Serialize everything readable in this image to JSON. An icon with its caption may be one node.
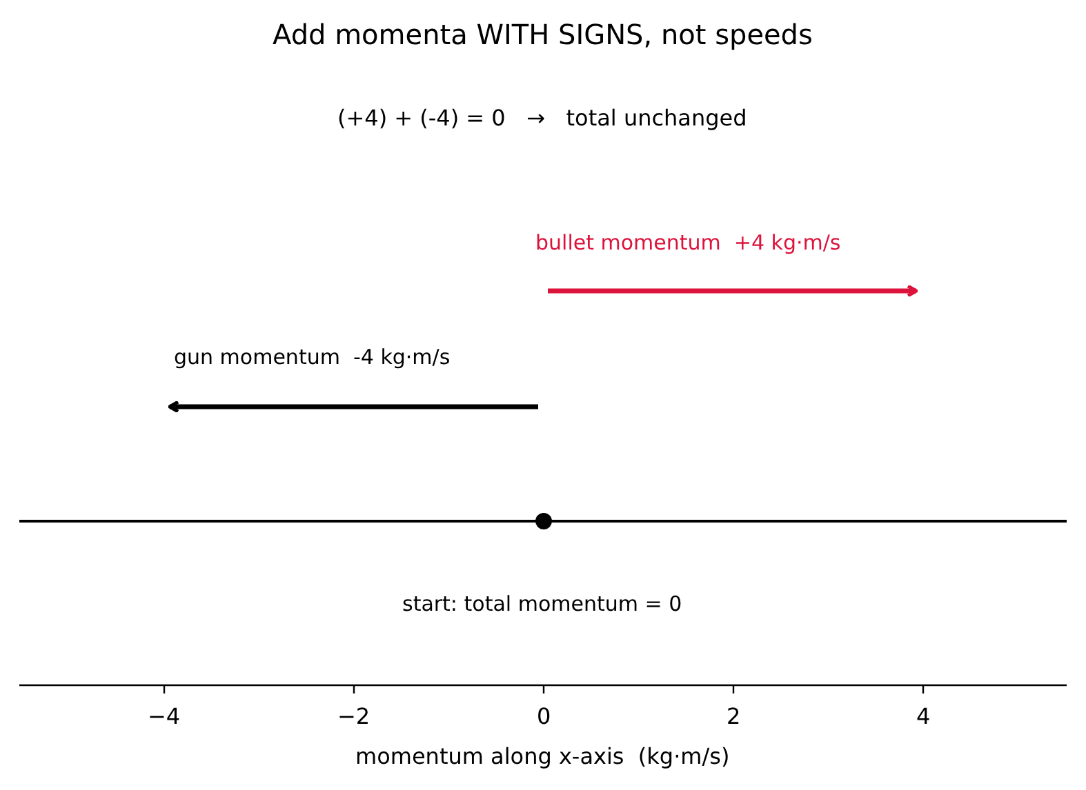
{
  "diagram": {
    "title": "Add momenta WITH SIGNS, not speeds",
    "labels": [
      "(+4) + (-4) = 0   →   total unchanged",
      "bullet momentum  +4 kg·m/s",
      "gun momentum  -4 kg·m/s",
      "start: total momentum = 0",
      "−4",
      "−2",
      "0",
      "2",
      "4",
      "momentum along x-axis  (kg·m/s)"
    ]
  }
}
